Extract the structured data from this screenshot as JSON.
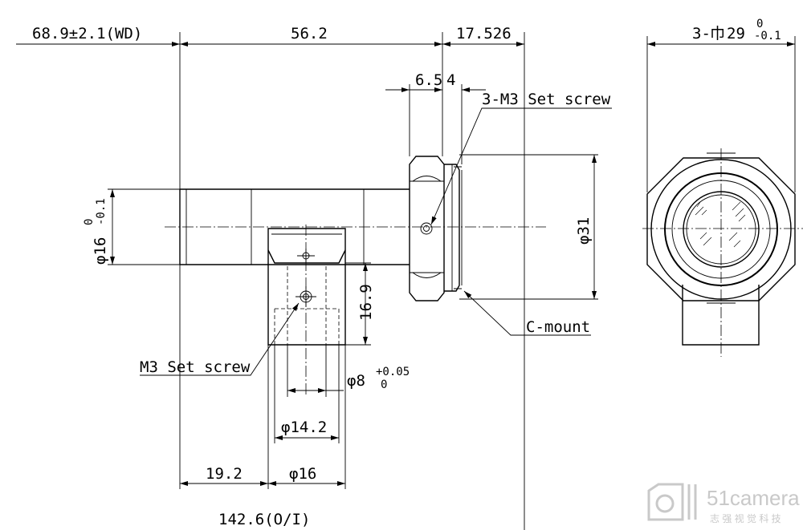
{
  "dimensions": {
    "wd": "68.9±2.1(WD)",
    "length_56": "56.2",
    "length_17": "17.526",
    "len_6_5": "6.5",
    "len_4": "4",
    "dia_16_main": "φ16",
    "tol_upper": "0",
    "tol_lower": "-0.1",
    "dia_31": "φ31",
    "height_16_9": "16.9",
    "dia_8": "φ8",
    "tol8_upper": "+0.05",
    "tol8_lower": "0",
    "dia_14_2": "φ14.2",
    "len_19_2": "19.2",
    "dia_16_side": "φ16",
    "total": "142.6(O/I)",
    "hex": "3-",
    "hex_symbol": "巾",
    "hex_value": "29",
    "hex_tol_upper": "0",
    "hex_tol_lower": "-0.1"
  },
  "callouts": {
    "set_screw_3": "3-M3 Set screw",
    "set_screw": "M3 Set screw",
    "cmount": "C-mount"
  },
  "logo": {
    "brand": "51camera",
    "tagline": "志 强 视 觉 科 技"
  },
  "colors": {
    "line": "#000000",
    "watermark": "#c9c9c9"
  }
}
